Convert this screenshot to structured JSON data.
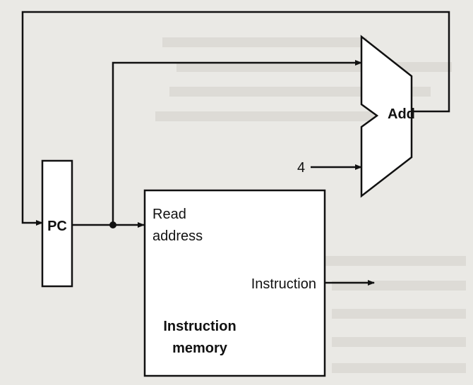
{
  "components": {
    "pc": {
      "label": "PC"
    },
    "adder": {
      "label": "Add",
      "constant": "4"
    },
    "instruction_memory": {
      "input_label_line1": "Read",
      "input_label_line2": "address",
      "output_label": "Instruction",
      "title_line1": "Instruction",
      "title_line2": "memory"
    }
  }
}
